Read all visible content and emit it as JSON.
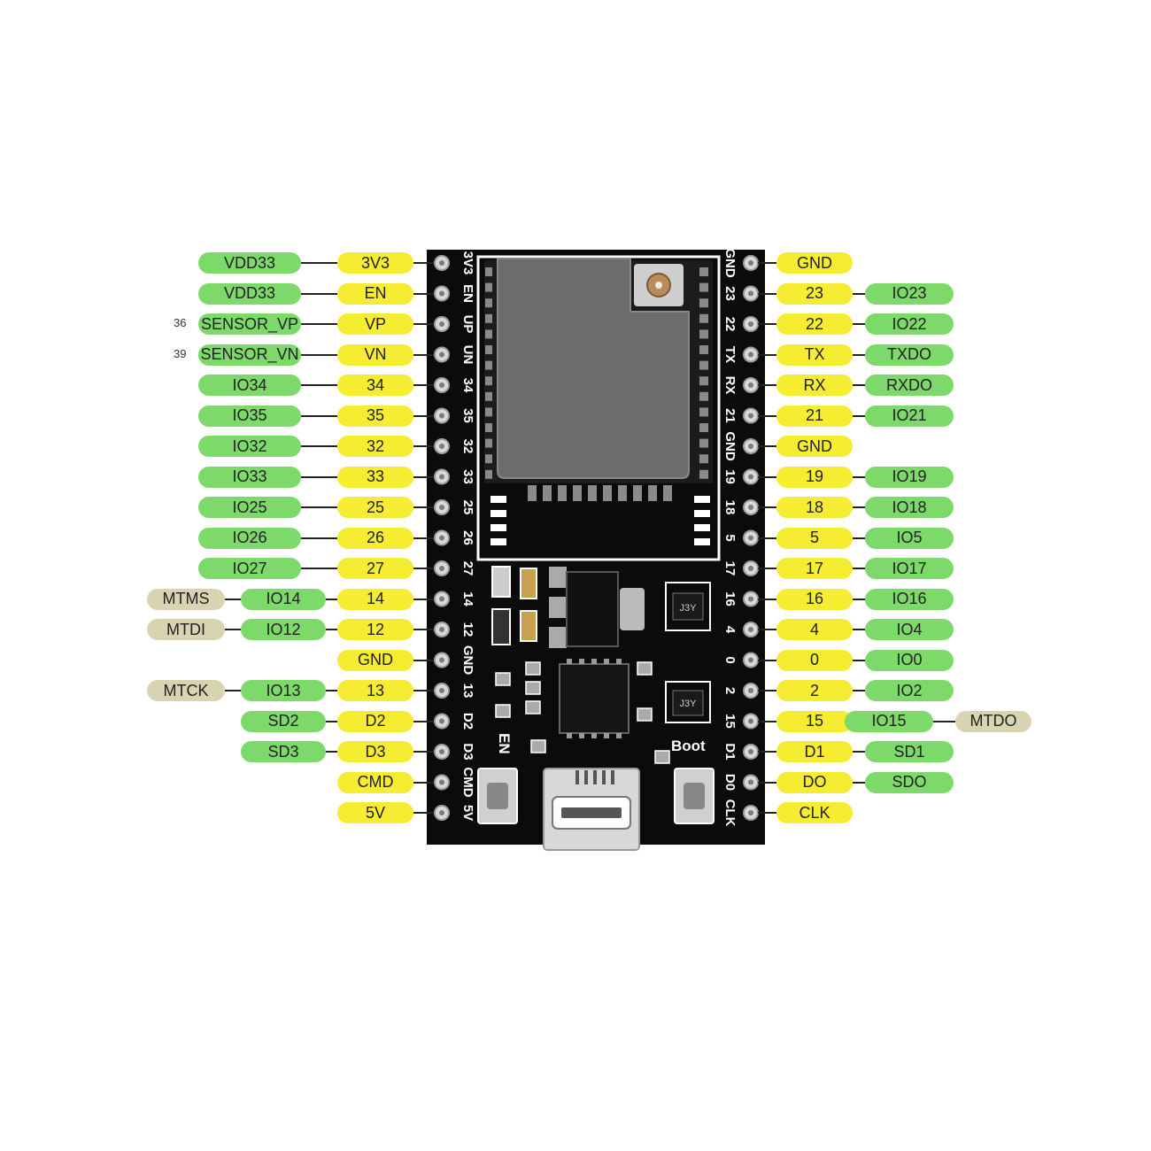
{
  "colors": {
    "yellow": "#f6ec32",
    "green": "#7dd96a",
    "khaki": "#d8d4b2",
    "board": "#0b0b0b",
    "silk": "#ffffff",
    "shield": "#6c6c6c"
  },
  "left_pins": [
    {
      "pin": "3V3",
      "fn": "VDD33",
      "silk": "3V3"
    },
    {
      "pin": "EN",
      "fn": "VDD33",
      "silk": "EN"
    },
    {
      "pin": "VP",
      "fn": "SENSOR_VP",
      "num": "36",
      "silk": "UP"
    },
    {
      "pin": "VN",
      "fn": "SENSOR_VN",
      "num": "39",
      "silk": "UN"
    },
    {
      "pin": "34",
      "fn": "IO34",
      "silk": "34"
    },
    {
      "pin": "35",
      "fn": "IO35",
      "silk": "35"
    },
    {
      "pin": "32",
      "fn": "IO32",
      "silk": "32"
    },
    {
      "pin": "33",
      "fn": "IO33",
      "silk": "33"
    },
    {
      "pin": "25",
      "fn": "IO25",
      "silk": "25"
    },
    {
      "pin": "26",
      "fn": "IO26",
      "silk": "26"
    },
    {
      "pin": "27",
      "fn": "IO27",
      "silk": "27"
    },
    {
      "pin": "14",
      "fn": "IO14",
      "alt": "MTMS",
      "silk": "14"
    },
    {
      "pin": "12",
      "fn": "IO12",
      "alt": "MTDI",
      "silk": "12"
    },
    {
      "pin": "GND",
      "silk": "GND"
    },
    {
      "pin": "13",
      "fn": "IO13",
      "alt": "MTCK",
      "silk": "13"
    },
    {
      "pin": "D2",
      "fn": "SD2",
      "silk": "D2"
    },
    {
      "pin": "D3",
      "fn": "SD3",
      "silk": "D3"
    },
    {
      "pin": "CMD",
      "silk": "CMD"
    },
    {
      "pin": "5V",
      "silk": "5V"
    }
  ],
  "right_pins": [
    {
      "pin": "GND",
      "silk": "GND"
    },
    {
      "pin": "23",
      "fn": "IO23",
      "silk": "23"
    },
    {
      "pin": "22",
      "fn": "IO22",
      "silk": "22"
    },
    {
      "pin": "TX",
      "fn": "TXDO",
      "silk": "TX"
    },
    {
      "pin": "RX",
      "fn": "RXDO",
      "silk": "RX"
    },
    {
      "pin": "21",
      "fn": "IO21",
      "silk": "21"
    },
    {
      "pin": "GND",
      "silk": "GND"
    },
    {
      "pin": "19",
      "fn": "IO19",
      "silk": "19"
    },
    {
      "pin": "18",
      "fn": "IO18",
      "silk": "18"
    },
    {
      "pin": "5",
      "fn": "IO5",
      "silk": "5"
    },
    {
      "pin": "17",
      "fn": "IO17",
      "silk": "17"
    },
    {
      "pin": "16",
      "fn": "IO16",
      "silk": "16"
    },
    {
      "pin": "4",
      "fn": "IO4",
      "silk": "4"
    },
    {
      "pin": "0",
      "fn": "IO0",
      "silk": "0"
    },
    {
      "pin": "2",
      "fn": "IO2",
      "silk": "2"
    },
    {
      "pin": "15",
      "fn": "IO15",
      "alt": "MTDO",
      "silk": "15"
    },
    {
      "pin": "D1",
      "fn": "SD1",
      "silk": "D1"
    },
    {
      "pin": "DO",
      "fn": "SDO",
      "silk": "D0"
    },
    {
      "pin": "CLK",
      "silk": "CLK"
    }
  ],
  "board_labels": {
    "en_button": "EN",
    "boot_button": "Boot",
    "regulator_mark_1": "J3Y",
    "regulator_mark_2": "J3Y"
  }
}
